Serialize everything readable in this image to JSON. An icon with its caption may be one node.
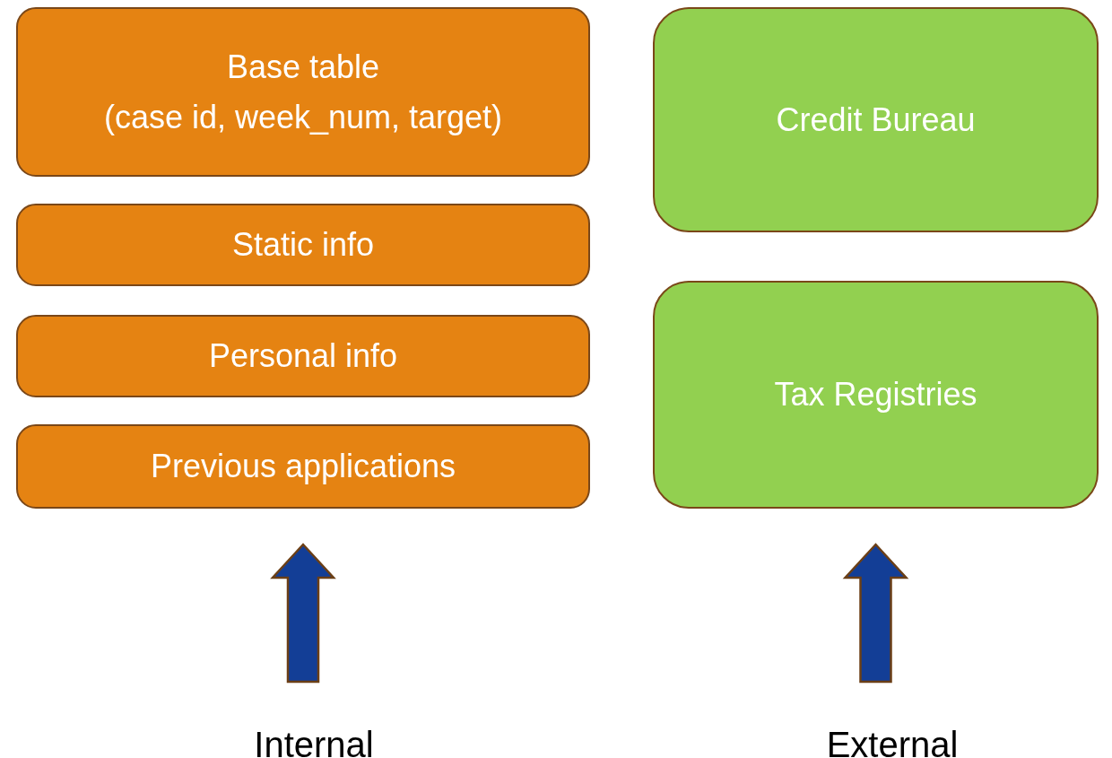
{
  "diagram": {
    "nodes": [
      {
        "text": [
          "Base table",
          "(case id, week_num, target)"
        ]
      },
      {
        "text": [
          "Static info"
        ]
      },
      {
        "text": [
          "Personal info"
        ]
      },
      {
        "text": [
          "Previous applications"
        ]
      },
      {
        "text": [
          "Credit Bureau"
        ]
      },
      {
        "text": [
          "Tax Registries"
        ]
      },
      {
        "text": [
          "Internal"
        ]
      },
      {
        "text": [
          "External"
        ]
      }
    ],
    "edges": [
      {
        "from": 6,
        "to": 3,
        "arrow": "to",
        "style": "thick"
      },
      {
        "from": 7,
        "to": 5,
        "arrow": "to",
        "style": "thick"
      }
    ]
  }
}
